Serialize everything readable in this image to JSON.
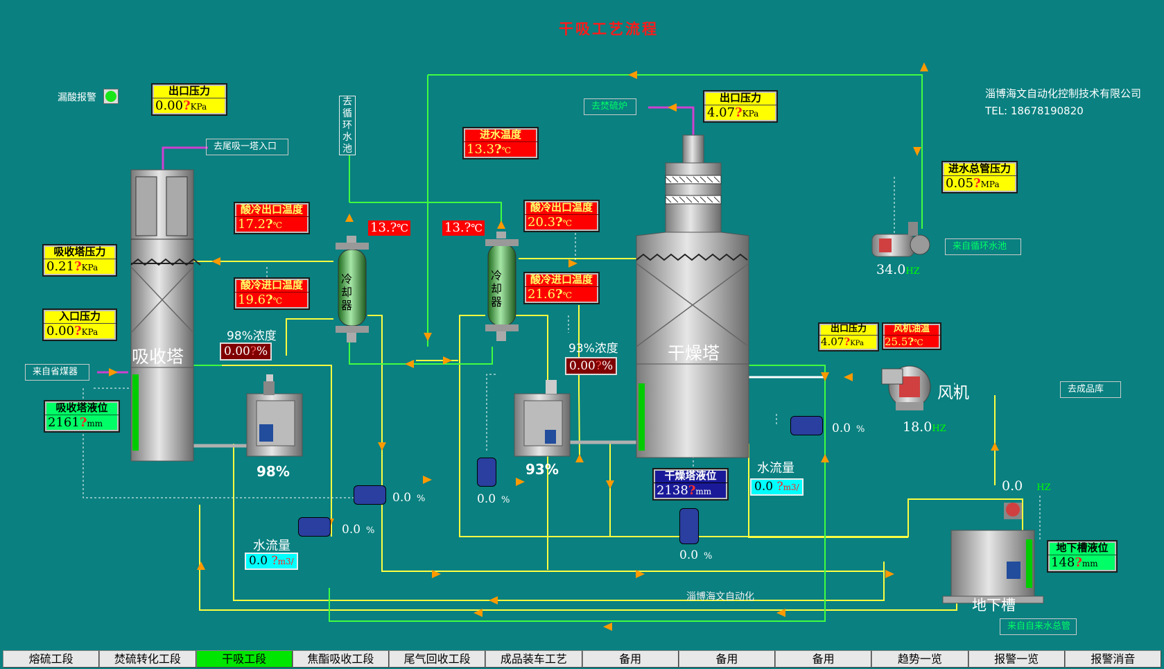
{
  "title": "干吸工艺流程",
  "company": {
    "name": "淄博海文自动化控制技术有限公司",
    "tel": "TEL: 18678190820"
  },
  "watermark": "淄博海文自动化",
  "leak_alarm": {
    "label": "漏酸报警"
  },
  "indicators": {
    "outlet_pressure_1": {
      "label": "出口压力",
      "value": "0.00",
      "unit": "KPa"
    },
    "absorber_pressure": {
      "label": "吸收塔压力",
      "value": "0.21",
      "unit": "KPa"
    },
    "inlet_pressure": {
      "label": "入口压力",
      "value": "0.00",
      "unit": "KPa"
    },
    "absorber_level": {
      "label": "吸收塔液位",
      "value": "2161",
      "unit": "mm"
    },
    "acid_cool_out_1": {
      "label": "酸冷出口温度",
      "value": "17.2",
      "unit": "℃"
    },
    "acid_cool_in_1": {
      "label": "酸冷进口温度",
      "value": "19.6",
      "unit": "℃"
    },
    "water_in_temp": {
      "label": "进水温度",
      "value": "13.3",
      "unit": "℃"
    },
    "acid_cool_out_2": {
      "label": "酸冷出口温度",
      "value": "20.3",
      "unit": "℃"
    },
    "acid_cool_in_2": {
      "label": "酸冷进口温度",
      "value": "21.6",
      "unit": "℃"
    },
    "outlet_pressure_2": {
      "label": "出口压力",
      "value": "4.07",
      "unit": "KPa"
    },
    "water_main_pressure": {
      "label": "进水总管压力",
      "value": "0.05",
      "unit": "MPa"
    },
    "fan_outlet_pressure": {
      "label": "出口压力",
      "value": "4.07",
      "unit": "KPa"
    },
    "fan_oil_temp": {
      "label": "风机油温",
      "value": "25.5",
      "unit": "℃"
    },
    "dryer_level": {
      "label": "干燥塔液位",
      "value": "2138",
      "unit": "mm"
    },
    "sump_level": {
      "label": "地下槽液位",
      "value": "148",
      "unit": "mm"
    }
  },
  "q": "?",
  "temp_tag_1": {
    "value": "13.",
    "unit": "℃"
  },
  "temp_tag_2": {
    "value": "13.",
    "unit": "℃"
  },
  "conc_98": {
    "label": "98%浓度",
    "value": "0.00",
    "unit": "%"
  },
  "conc_93": {
    "label": "93%浓度",
    "value": "0.00",
    "unit": "%"
  },
  "flow_1": {
    "label": "水流量",
    "value": "0.0",
    "unit": "m3/"
  },
  "flow_2": {
    "label": "水流量",
    "value": "0.0",
    "unit": "m3/"
  },
  "valves": {
    "v1": {
      "value": "0.0",
      "unit": "%"
    },
    "v2": {
      "value": "0.0",
      "unit": "%"
    },
    "v3": {
      "value": "0.0",
      "unit": "%"
    },
    "v4": {
      "value": "0.0",
      "unit": "%"
    },
    "v5": {
      "value": "0.0",
      "unit": "%"
    }
  },
  "pump_freq": {
    "value": "34.0",
    "unit": "HZ"
  },
  "fan_freq": {
    "value": "18.0",
    "unit": "HZ"
  },
  "sump_freq": {
    "value": "0.0",
    "unit": "HZ"
  },
  "equipment": {
    "absorber": "吸收塔",
    "dryer": "干燥塔",
    "cooler": "冷却器",
    "fan": "风机",
    "tank98": "98%",
    "tank93": "93%",
    "sump": "地下槽",
    "circ_pool": "去循环水池"
  },
  "routes": {
    "to_tail": "去尾吸一塔入口",
    "to_furnace": "去焚硫炉",
    "from_econ": "来自省煤器",
    "from_pool": "来自循环水池",
    "to_product": "去成品库",
    "from_tap": "来自自来水总管"
  },
  "nav": [
    "熔硫工段",
    "焚硫转化工段",
    "干吸工段",
    "焦酯吸收工段",
    "尾气回收工段",
    "成品装车工艺",
    "备用",
    "备用",
    "备用",
    "趋势一览",
    "报警一览",
    "报警消音"
  ],
  "nav_active": 2
}
